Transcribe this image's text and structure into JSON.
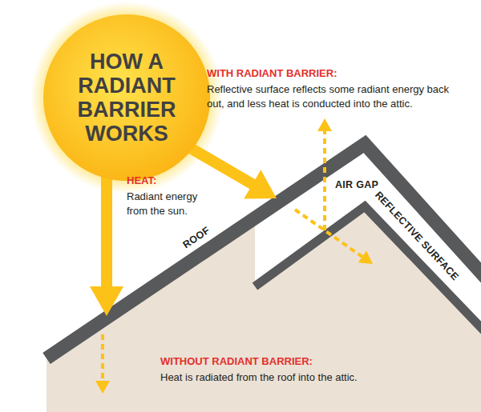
{
  "diagram": {
    "nodes": [
      {
        "text": [
          "HOW A RADIANT BARRIER WORKS"
        ]
      }
    ],
    "labels": [
      "WITH RADIANT BARRIER:",
      "Reflective surface reflects some radiant energy back out, and less heat is conducted into the attic.",
      "HEAT:",
      "Radiant energy from the sun.",
      "AIR GAP",
      "REFLECTIVE SURFACE",
      "ROOF",
      "WITHOUT RADIANT BARRIER:",
      "Heat is radiated from the roof into the attic."
    ]
  }
}
